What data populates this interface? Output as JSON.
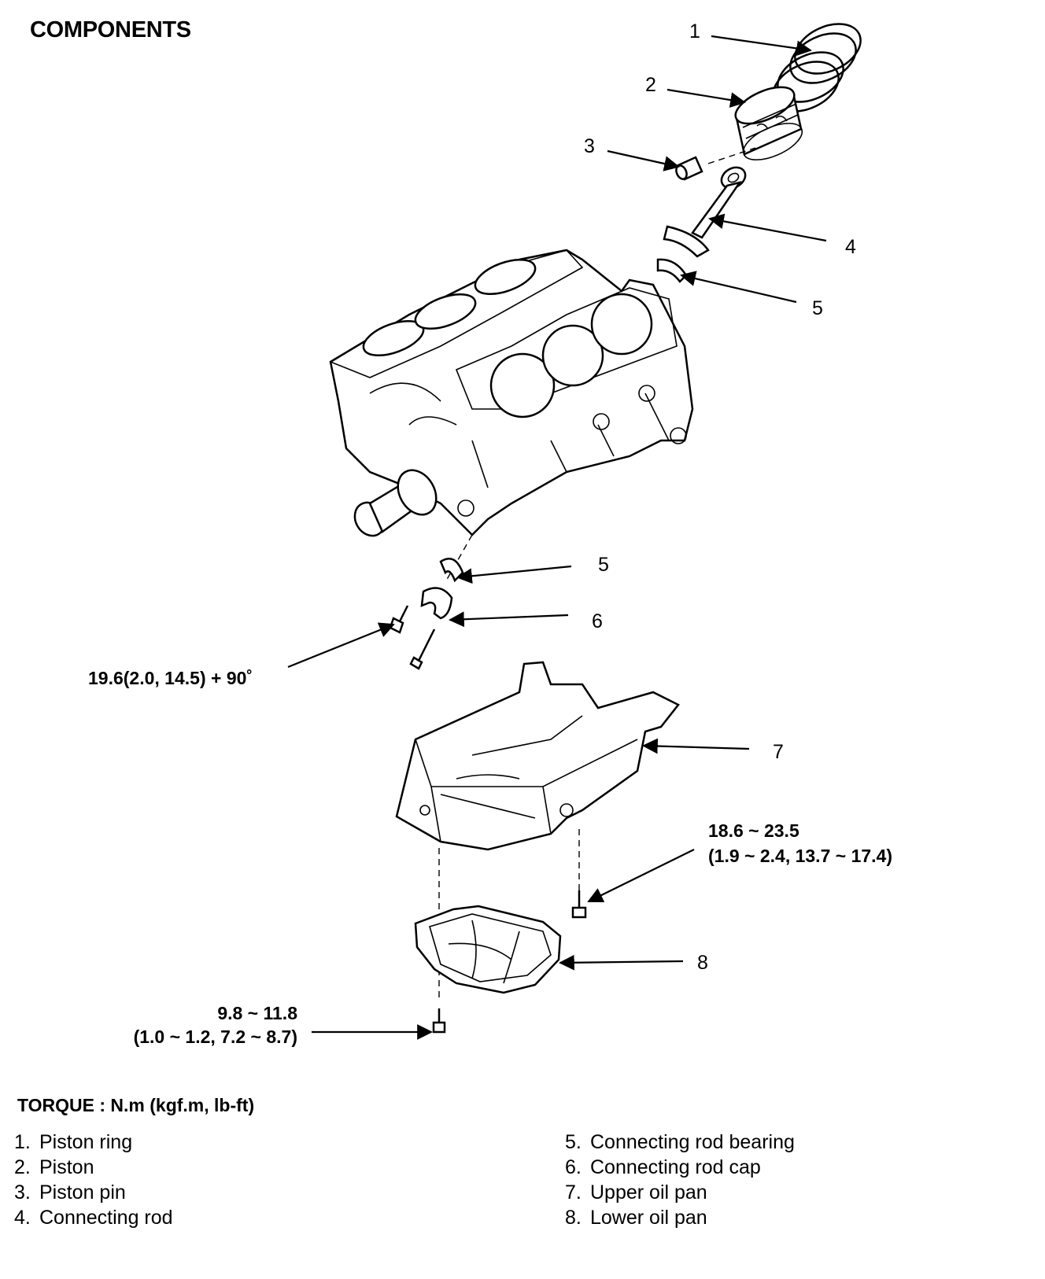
{
  "title": "COMPONENTS",
  "callouts": {
    "c1": "1",
    "c2": "2",
    "c3": "3",
    "c4": "4",
    "c5a": "5",
    "c5b": "5",
    "c6": "6",
    "c7": "7",
    "c8": "8"
  },
  "torque_values": {
    "rod_cap_bolt": "19.6(2.0, 14.5) + 90˚",
    "upper_pan_bolt_1": "18.6 ~ 23.5",
    "upper_pan_bolt_2": "(1.9 ~ 2.4, 13.7 ~ 17.4)",
    "lower_pan_bolt_1": "9.8 ~ 11.8",
    "lower_pan_bolt_2": "(1.0 ~ 1.2, 7.2 ~ 8.7)"
  },
  "torque_heading": "TORQUE : N.m (kgf.m, lb-ft)",
  "legend": {
    "left": [
      {
        "num": "1.",
        "label": "Piston ring"
      },
      {
        "num": "2.",
        "label": "Piston"
      },
      {
        "num": "3.",
        "label": "Piston pin"
      },
      {
        "num": "4.",
        "label": "Connecting rod"
      }
    ],
    "right": [
      {
        "num": "5.",
        "label": "Connecting rod bearing"
      },
      {
        "num": "6.",
        "label": "Connecting rod cap"
      },
      {
        "num": "7.",
        "label": "Upper oil pan"
      },
      {
        "num": "8.",
        "label": "Lower oil pan"
      }
    ]
  }
}
